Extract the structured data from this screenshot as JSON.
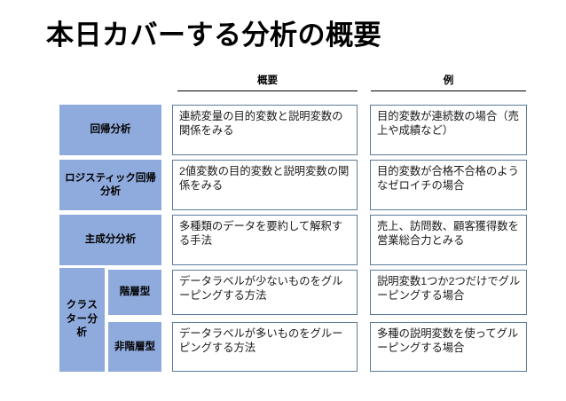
{
  "slide": {
    "title": "本日カバーする分析の概要",
    "accent_color": "#8FAADC",
    "box_border_color": "#5B7C98",
    "background_color": "#FFFFFF"
  },
  "table": {
    "headers": {
      "name_column": "",
      "overview_column": "概要",
      "example_column": "例"
    },
    "rows": [
      {
        "name": "回帰分析",
        "sub": "",
        "overview": "連続変量の目的変数と説明変数の関係をみる",
        "example": "目的変数が連続数の場合（売上や成績など）"
      },
      {
        "name": "ロジスティック回帰分析",
        "sub": "",
        "overview": "2値変数の目的変数と説明変数の関係をみる",
        "example": "目的変数が合格不合格のようなゼロイチの場合"
      },
      {
        "name": "主成分分析",
        "sub": "",
        "overview": "多種類のデータを要約して解釈する手法",
        "example": "売上、訪問数、顧客獲得数を営業総合力とみる"
      },
      {
        "name": "クラスター分析",
        "sub": "階層型",
        "overview": "データラベルが少ないものをグルーピングする方法",
        "example": "説明変数1つか2つだけでグルーピングする場合"
      },
      {
        "name": "",
        "sub": "非階層型",
        "overview": "データラベルが多いものをグルーピングする方法",
        "example": "多種の説明変数を使ってグルーピングする場合"
      }
    ],
    "cluster_group_label": "クラスター分析"
  }
}
